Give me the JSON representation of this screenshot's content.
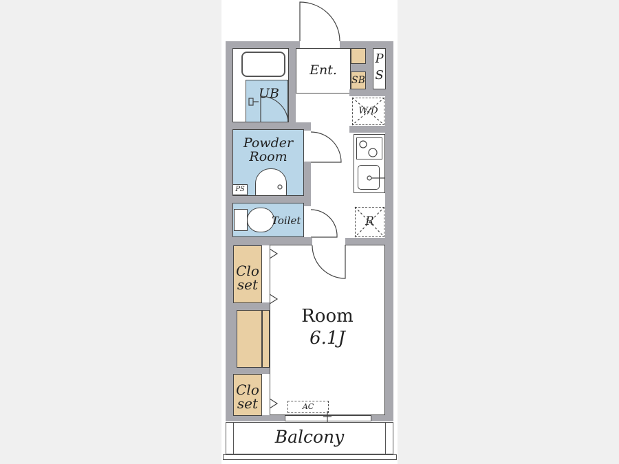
{
  "rooms": {
    "entrance": "Ent.",
    "shoe_box": "SB",
    "pipe_space_p": "P",
    "pipe_space_s": "S",
    "unit_bath": "UB",
    "washer": "W/D",
    "powder_room_1": "Powder",
    "powder_room_2": "Room",
    "pipe_space_small": "PS",
    "toilet": "Toilet",
    "refrigerator": "R",
    "closet_1a": "Clo",
    "closet_1b": "set",
    "closet_2a": "Clo",
    "closet_2b": "set",
    "room": "Room",
    "room_size": "6.1J",
    "ac": "AC",
    "balcony": "Balcony"
  },
  "colors": {
    "wall": "#a8a8ae",
    "wet_area": "#b9d6e8",
    "storage": "#e9cfa3"
  }
}
